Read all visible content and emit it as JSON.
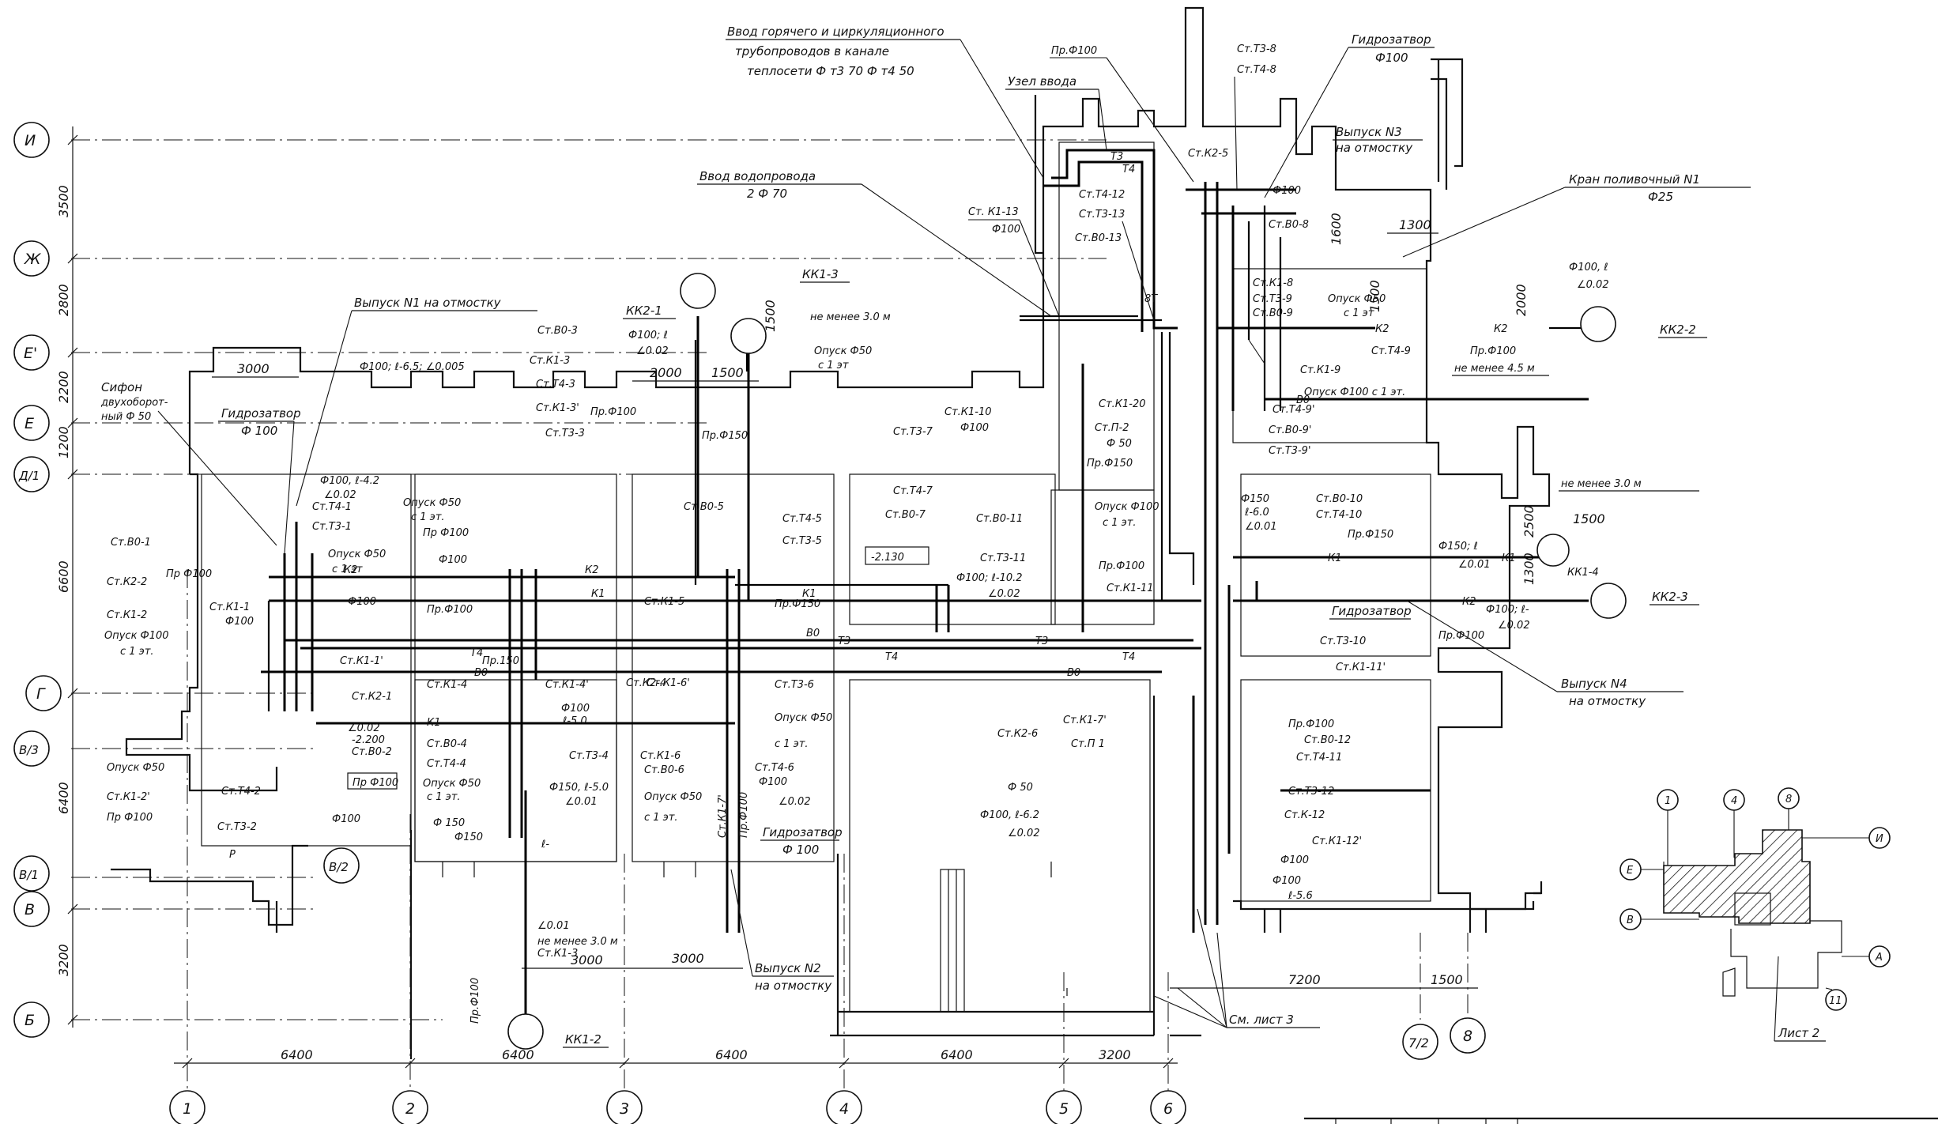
{
  "axes": {
    "rows": [
      "И",
      "Ж",
      "Е'",
      "Е",
      "Д/1",
      "Г",
      "В/3",
      "В/1",
      "В",
      "Б",
      "В/2"
    ],
    "cols": [
      "1",
      "2",
      "3",
      "4",
      "5",
      "6",
      "7/2",
      "8"
    ]
  },
  "dims": {
    "left": [
      "3500",
      "2800",
      "2200",
      "1200",
      "6600",
      "6400",
      "3200"
    ],
    "bottom": [
      "6400",
      "6400",
      "6400",
      "6400",
      "3200",
      "7200",
      "1500",
      "3000",
      "3000"
    ],
    "top": [
      "3000",
      "2000",
      "1500",
      "1500",
      "1300",
      "1500",
      "1300",
      "1600",
      "2000",
      "2500",
      "1500"
    ]
  },
  "callouts": {
    "vvod_hot": [
      "Ввод горячего и циркуляционного",
      "трубопроводов в канале",
      "теплосети Ф т3 70 Ф т4 50"
    ],
    "uzel_vvoda": "Узел ввода",
    "vvod_vodoprovoda": [
      "Ввод водопровода",
      "2 Ф 70"
    ],
    "gidrozatvor_top": [
      "Гидрозатвор",
      "Ф100"
    ],
    "vypusk3": [
      "Выпуск N3",
      "на отмостку"
    ],
    "kran": [
      "Кран поливочный N1",
      "Ф25"
    ],
    "vypusk1": "Выпуск N1 на отмостку",
    "sifon": [
      "Сифон",
      "двухоборот-",
      "ный Ф 50"
    ],
    "gidrozatvor_left": [
      "Гидрозатвор",
      "Ф 100"
    ],
    "vypusk4": [
      "Выпуск N4",
      "на отмостку"
    ],
    "vypusk2": [
      "Выпуск N2",
      "на отмостку"
    ],
    "gidrozatvor_mid": [
      "Гидрозатвор",
      "Ф 100"
    ],
    "gidrozatvor_right": "Гидрозатвор",
    "sm_list": "См. лист 3",
    "list2": "Лист 2"
  },
  "wells": [
    "КК1-3",
    "КК2-1",
    "КК2-2",
    "КК2-3",
    "КК1-4",
    "КК1-2"
  ],
  "labels": [
    "Ст. К1-13",
    "Ф100",
    "Пр.Ф100",
    "Ст.Т3-8",
    "Ст.Т4-8",
    "Ст.К2-5",
    "Ст.Т4-12",
    "Ст.Т3-13",
    "Ст.В0-13",
    "Ст.В0-8",
    "Ф100",
    "Ст.К1-8",
    "Ст.Т3-9",
    "Ст.В0-9",
    "Опуск Ф50",
    "с 1 эт",
    "Ст.Т4-9",
    "Ф100, ℓ",
    "∠0.02",
    "Пр.Ф100",
    "не менее 4.5 м",
    "Ст.К1-9",
    "Опуск Ф100 с 1 эт.",
    "Ст.Т4-9'",
    "Ст.В0-9'",
    "Ст.Т3-9'",
    "Ст.К1-20",
    "Ст.П-2",
    "Ф 50",
    "Пр.Ф150",
    "Опуск Ф100",
    "с 1 эт.",
    "Ст.В0-10",
    "Ст.Т4-10",
    "Пр.Ф150",
    "Ф150; ℓ",
    "∠0.01",
    "не менее 3.0 м",
    "Ф150",
    "ℓ-6.0",
    "∠0.01",
    "Ф100; ℓ-",
    "∠0.02",
    "Пр.Ф100",
    "Ст.Т3-10",
    "Ст.К1-11'",
    "Ст.К1-10",
    "Ф100",
    "Ст.Т3-7",
    "Ст.Т4-7",
    "Ст.В0-7",
    "-2.130",
    "Ст.В0-11",
    "Ст.Т3-11",
    "Ф100; ℓ-10.2",
    "∠0.02",
    "Пр.Ф100",
    "Ст.К1-11",
    "Ст.В0-3",
    "Ст.К1-3",
    "Ст.Т4-3",
    "Ст.К1-3'",
    "Ст.Т3-3",
    "Ф100; ℓ",
    "∠0.02",
    "не менее 3.0 м",
    "Опуск Ф50",
    "с 1 эт",
    "Пр.Ф100",
    "Пр.Ф150",
    "Ст.В0-5",
    "Ст.Т4-5",
    "Ст.Т3-5",
    "Ст.К1-5",
    "Пр.Ф150",
    "Ф100; ℓ-6.5; ∠0.005",
    "Ф100, ℓ-4.2",
    "∠0.02",
    "Ст.Т4-1",
    "Ст.Т3-1",
    "Опуск Ф50",
    "с 1 эт",
    "Ф100",
    "Ст.В0-1",
    "Пр Ф100",
    "Ст.К2-2",
    "Ст.К1-1",
    "Ф100",
    "Ст.К1-2",
    "Опуск Ф100",
    "с 1 эт.",
    "Ст.К1-1'",
    "Ст.К2-1",
    "Опуск Ф50",
    "с 1 эт.",
    "Пр Ф100",
    "Ф100",
    "Пр.Ф100",
    "Пр.150",
    "Ст.К1-4",
    "Ст.К1-4'",
    "Ф100",
    "ℓ-5.0",
    "Ст.В0-4",
    "Ст.Т4-4",
    "Ст.Т3-4",
    "Опуск Ф50",
    "с 1 эт.",
    "Ф150, ℓ-5.0",
    "∠0.01",
    "Ф 150",
    "Ф150",
    "ℓ-",
    "∠0.01",
    "не менее 3.0 м",
    "Ст.К1-3",
    "Пр.Ф100",
    "Ст.К2-4",
    "Ст.К1-6'",
    "Ст.Т3-6",
    "Опуск Ф50",
    "с 1 эт.",
    "Ст.К1-6",
    "Ст.В0-6",
    "Опуск Ф50",
    "с 1 эт.",
    "Ст.Т4-6",
    "Ф100",
    "∠0.02",
    "Ст.К1-7'",
    "Пр.Ф100",
    "Ст.К2-6",
    "Ст.К1-7'",
    "Ст.П 1",
    "Ф 50",
    "Ф100, ℓ-6.2",
    "∠0.02",
    "Пр.Ф100",
    "Ст.В0-12",
    "Ст.Т4-11",
    "Ст.Т3-12",
    "Ст.К-12",
    "Ст.К1-12'",
    "Ф100",
    "Ф100",
    "ℓ-5.6",
    "∠0.02",
    "-2.200",
    "Ст.В0-2",
    "Пр Ф100",
    "Опуск Ф50",
    "Ст.Т4-2",
    "Ст.К1-2'",
    "Пр Ф100",
    "Ст.Т3-2",
    "Ф100",
    "P",
    "8T"
  ],
  "pipes": [
    "Т3",
    "Т4",
    "В0",
    "К1",
    "К2"
  ],
  "keyplan": {
    "axes": [
      "1",
      "4",
      "8",
      "И",
      "Е",
      "В",
      "А",
      "11"
    ]
  }
}
